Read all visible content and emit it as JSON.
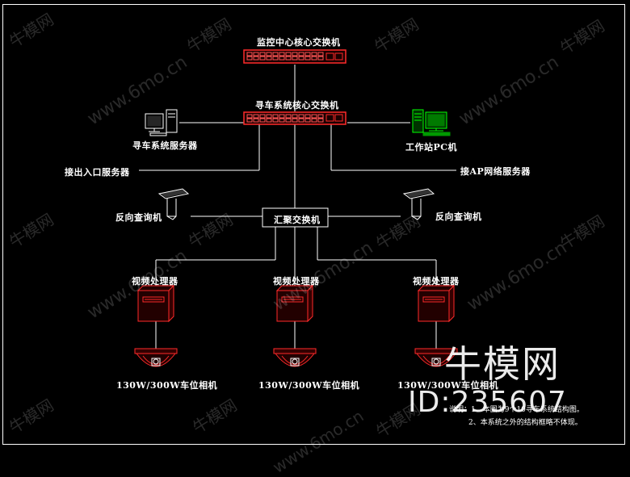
{
  "colors": {
    "background": "#000000",
    "line": "#ffffff",
    "device": "#ff2a2a",
    "workstation": "#00ff00"
  },
  "nodes": {
    "monitor_core_switch": "监控中心核心交换机",
    "parking_core_switch": "寻车系统核心交换机",
    "parking_server": "寻车系统服务器",
    "workstation_pc": "工作站PC机",
    "entry_exit_server": "接出入口服务器",
    "ap_server": "接AP网络服务器",
    "query_left": "反向查询机",
    "query_right": "反向查询机",
    "aggregation_switch": "汇聚交换机",
    "video_processors": [
      "视频处理器",
      "视频处理器",
      "视频处理器"
    ],
    "cameras": [
      "130W/300W车位相机",
      "130W/300W车位相机",
      "130W/300W车位相机"
    ]
  },
  "notes": {
    "line1": "说明：1、本图为9个10寻车系统结构图。",
    "line2": "2、本系统之外的结构框略不体现。"
  },
  "watermark": {
    "small": "牛模网",
    "url": "www.6mo.cn",
    "brand": "牛模网",
    "id": "ID:235607"
  }
}
